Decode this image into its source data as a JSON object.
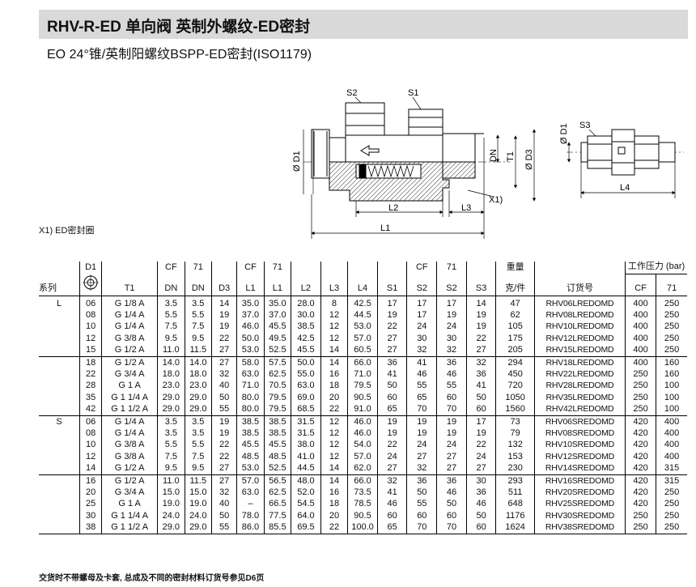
{
  "header": {
    "title": "RHV-R-ED  单向阀  英制外螺纹-ED密封",
    "subtitle": "EO 24°锥/英制阳螺纹BSPP-ED密封(ISO1179)"
  },
  "drawing_labels": {
    "s1": "S1",
    "s2": "S2",
    "s3": "S3",
    "d1": "Ø D1",
    "d1b": "Ø D1",
    "d3": "Ø D3",
    "dn": "DN",
    "t1": "T1",
    "x1": "X1)",
    "l1": "L1",
    "l2": "L2",
    "l3": "L3",
    "l4": "L4"
  },
  "footnote": "X1) ED密封圈",
  "table": {
    "col_headers": {
      "series": "系列",
      "d1": "D1",
      "t1": "T1",
      "cf_dn_top": "CF",
      "cf_dn_bottom": "DN",
      "n71_dn_top": "71",
      "n71_dn_bottom": "DN",
      "d3": "D3",
      "cf_l1_top": "CF",
      "cf_l1_bottom": "L1",
      "n71_l1_top": "71",
      "n71_l1_bottom": "L1",
      "l2": "L2",
      "l3": "L3",
      "l4": "L4",
      "s1": "S1",
      "cf_s2_top": "CF",
      "cf_s2_bottom": "S2",
      "n71_s2_top": "71",
      "n71_s2_bottom": "S2",
      "s3": "S3",
      "weight_top": "重量",
      "weight_bottom": "克/件",
      "order": "订货号",
      "pressure": "工作压力 (bar)",
      "pressure_cf": "CF",
      "pressure_71": "71"
    },
    "rows": [
      [
        "L",
        "06",
        "G 1/8 A",
        "3.5",
        "3.5",
        "14",
        "35.0",
        "35.0",
        "28.0",
        "8",
        "42.5",
        "17",
        "17",
        "17",
        "14",
        "47",
        "RHV06LREDOMD",
        "400",
        "250"
      ],
      [
        "",
        "08",
        "G 1/4 A",
        "5.5",
        "5.5",
        "19",
        "37.0",
        "37.0",
        "30.0",
        "12",
        "44.5",
        "19",
        "17",
        "19",
        "19",
        "62",
        "RHV08LREDOMD",
        "400",
        "250"
      ],
      [
        "",
        "10",
        "G 1/4 A",
        "7.5",
        "7.5",
        "19",
        "46.0",
        "45.5",
        "38.5",
        "12",
        "53.0",
        "22",
        "24",
        "24",
        "19",
        "105",
        "RHV10LREDOMD",
        "400",
        "250"
      ],
      [
        "",
        "12",
        "G 3/8 A",
        "9.5",
        "9.5",
        "22",
        "50.0",
        "49.5",
        "42.5",
        "12",
        "57.0",
        "27",
        "30",
        "30",
        "22",
        "175",
        "RHV12LREDOMD",
        "400",
        "250"
      ],
      [
        "",
        "15",
        "G 1/2 A",
        "11.0",
        "11.5",
        "27",
        "53.0",
        "52.5",
        "45.5",
        "14",
        "60.5",
        "27",
        "32",
        "32",
        "27",
        "205",
        "RHV15LREDOMD",
        "400",
        "250"
      ],
      [
        "",
        "18",
        "G 1/2 A",
        "14.0",
        "14.0",
        "27",
        "58.0",
        "57.5",
        "50.0",
        "14",
        "66.0",
        "36",
        "41",
        "36",
        "32",
        "294",
        "RHV18LREDOMD",
        "400",
        "160"
      ],
      [
        "",
        "22",
        "G 3/4 A",
        "18.0",
        "18.0",
        "32",
        "63.0",
        "62.5",
        "55.0",
        "16",
        "71.0",
        "41",
        "46",
        "46",
        "36",
        "450",
        "RHV22LREDOMD",
        "250",
        "160"
      ],
      [
        "",
        "28",
        "G 1 A",
        "23.0",
        "23.0",
        "40",
        "71.0",
        "70.5",
        "63.0",
        "18",
        "79.5",
        "50",
        "55",
        "55",
        "41",
        "720",
        "RHV28LREDOMD",
        "250",
        "100"
      ],
      [
        "",
        "35",
        "G 1 1/4 A",
        "29.0",
        "29.0",
        "50",
        "80.0",
        "79.5",
        "69.0",
        "20",
        "90.5",
        "60",
        "65",
        "60",
        "50",
        "1050",
        "RHV35LREDOMD",
        "250",
        "100"
      ],
      [
        "",
        "42",
        "G 1 1/2 A",
        "29.0",
        "29.0",
        "55",
        "80.0",
        "79.5",
        "68.5",
        "22",
        "91.0",
        "65",
        "70",
        "70",
        "60",
        "1560",
        "RHV42LREDOMD",
        "250",
        "100"
      ],
      [
        "S",
        "06",
        "G 1/4 A",
        "3.5",
        "3.5",
        "19",
        "38.5",
        "38.5",
        "31.5",
        "12",
        "46.0",
        "19",
        "19",
        "19",
        "17",
        "73",
        "RHV06SREDOMD",
        "420",
        "400"
      ],
      [
        "",
        "08",
        "G 1/4 A",
        "3.5",
        "3.5",
        "19",
        "38.5",
        "38.5",
        "31.5",
        "12",
        "46.0",
        "19",
        "19",
        "19",
        "19",
        "79",
        "RHV08SREDOMD",
        "420",
        "400"
      ],
      [
        "",
        "10",
        "G 3/8 A",
        "5.5",
        "5.5",
        "22",
        "45.5",
        "45.5",
        "38.0",
        "12",
        "54.0",
        "22",
        "24",
        "24",
        "22",
        "132",
        "RHV10SREDOMD",
        "420",
        "400"
      ],
      [
        "",
        "12",
        "G 3/8 A",
        "7.5",
        "7.5",
        "22",
        "48.5",
        "48.5",
        "41.0",
        "12",
        "57.0",
        "24",
        "27",
        "27",
        "24",
        "153",
        "RHV12SREDOMD",
        "420",
        "400"
      ],
      [
        "",
        "14",
        "G 1/2 A",
        "9.5",
        "9.5",
        "27",
        "53.0",
        "52.5",
        "44.5",
        "14",
        "62.0",
        "27",
        "32",
        "27",
        "27",
        "230",
        "RHV14SREDOMD",
        "420",
        "315"
      ],
      [
        "",
        "16",
        "G 1/2 A",
        "11.0",
        "11.5",
        "27",
        "57.0",
        "56.5",
        "48.0",
        "14",
        "66.0",
        "32",
        "36",
        "36",
        "30",
        "293",
        "RHV16SREDOMD",
        "420",
        "315"
      ],
      [
        "",
        "20",
        "G 3/4 A",
        "15.0",
        "15.0",
        "32",
        "63.0",
        "62.5",
        "52.0",
        "16",
        "73.5",
        "41",
        "50",
        "46",
        "36",
        "511",
        "RHV20SREDOMD",
        "420",
        "250"
      ],
      [
        "",
        "25",
        "G 1 A",
        "19.0",
        "19.0",
        "40",
        "–",
        "66.5",
        "54.5",
        "18",
        "78.5",
        "46",
        "55",
        "50",
        "46",
        "648",
        "RHV25SREDOMD",
        "420",
        "250"
      ],
      [
        "",
        "30",
        "G 1 1/4 A",
        "24.0",
        "24.0",
        "50",
        "78.0",
        "77.5",
        "64.0",
        "20",
        "90.5",
        "60",
        "60",
        "60",
        "50",
        "1176",
        "RHV30SREDOMD",
        "250",
        "250"
      ],
      [
        "",
        "38",
        "G 1 1/2 A",
        "29.0",
        "29.0",
        "55",
        "86.0",
        "85.5",
        "69.5",
        "22",
        "100.0",
        "65",
        "70",
        "70",
        "60",
        "1624",
        "RHV38SREDOMD",
        "250",
        "250"
      ]
    ]
  },
  "bottom_note": "交货时不带螺母及卡套, 总成及不同的密封材料订货号参见D6页"
}
